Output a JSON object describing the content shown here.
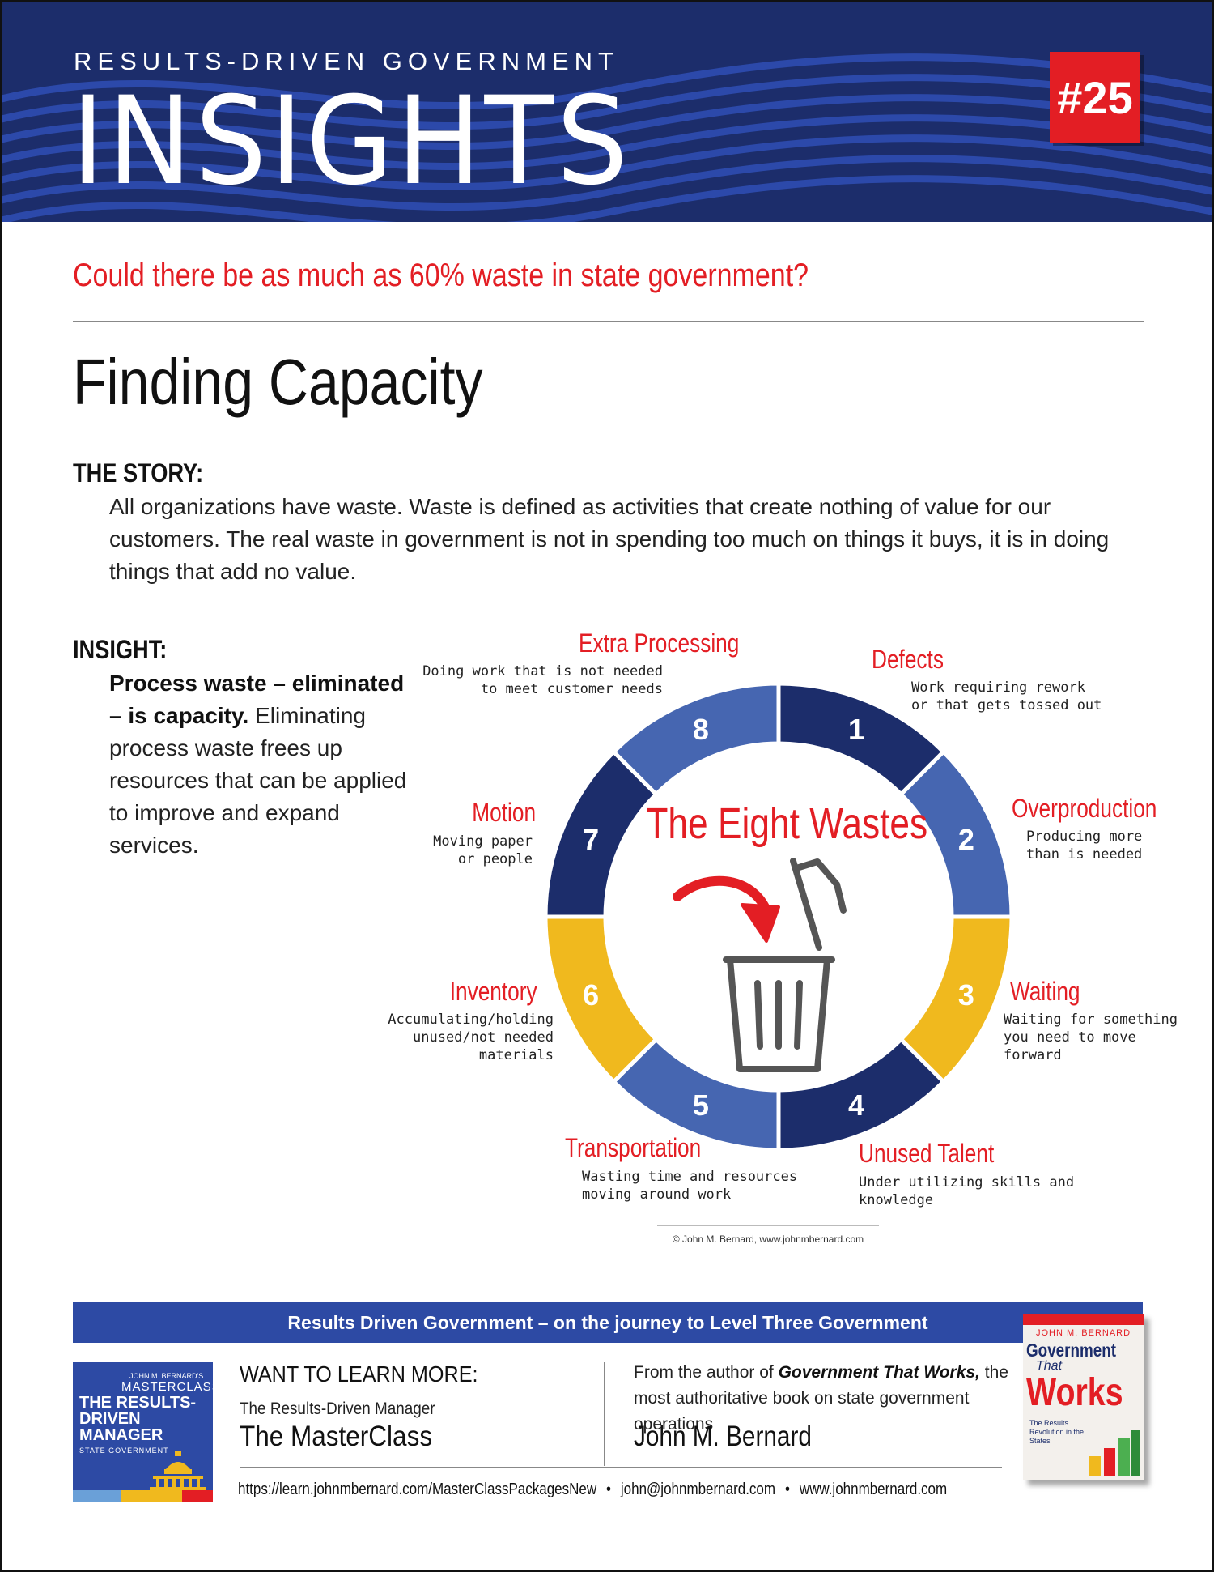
{
  "header": {
    "subtitle": "RESULTS-DRIVEN GOVERNMENT",
    "title": "INSIGHTS",
    "issue": "#25"
  },
  "question": "Could there be as much as 60% waste in state government?",
  "title": "Finding Capacity",
  "story": {
    "label": "THE STORY:",
    "text": "All organizations have waste. Waste is defined as activities that create nothing of value for our customers. The real waste in government is not in spending too much on things it buys, it is in doing things that add no value."
  },
  "insight": {
    "label": "INSIGHT:",
    "bold": "Process waste – eliminated – is capacity.",
    "text": " Eliminating process waste frees up resources that can  be applied to improve and expand services."
  },
  "wheel": {
    "title": "The Eight Wastes",
    "colors": {
      "dark": "#1c2d6b",
      "medium": "#4666b1",
      "yellow": "#f0b91e",
      "accent": "#e31e24",
      "icon": "#555555"
    },
    "wastes": [
      {
        "number": "1",
        "name": "Defects",
        "description": [
          "Work requiring rework",
          "or that gets tossed out"
        ]
      },
      {
        "number": "2",
        "name": "Overproduction",
        "description": [
          "Producing more",
          "than is needed"
        ]
      },
      {
        "number": "3",
        "name": "Waiting",
        "description": [
          "Waiting for something",
          "you need to move",
          "forward"
        ]
      },
      {
        "number": "4",
        "name": "Unused Talent",
        "description": [
          "Under utilizing skills and",
          "knowledge"
        ]
      },
      {
        "number": "5",
        "name": "Transportation",
        "description": [
          "Wasting time and resources",
          "moving around work"
        ]
      },
      {
        "number": "6",
        "name": "Inventory",
        "description": [
          "Accumulating/holding",
          "unused/not needed",
          "materials"
        ]
      },
      {
        "number": "7",
        "name": "Motion",
        "description": [
          "Moving paper",
          "or people"
        ]
      },
      {
        "number": "8",
        "name": "Extra Processing",
        "description": [
          "Doing work that is not needed",
          "to meet customer needs"
        ]
      }
    ],
    "copyright": "© John M. Bernard, www.johnmbernard.com"
  },
  "footer": {
    "banner": "Results Driven Government – on the journey to Level Three Government",
    "logo": {
      "line1": "JOHN M. BERNARD'S",
      "line2": "MASTERCLASS",
      "line3": "THE RESULTS-DRIVEN MANAGER",
      "line4": "STATE GOVERNMENT"
    },
    "learn_more": "WANT TO LEARN MORE:",
    "course_sub": "The Results-Driven Manager",
    "course_main": "The MasterClass",
    "author_desc_pre": "From the author of ",
    "author_book": "Government That Works,",
    "author_desc_post": " the most authoritative book on state government operations",
    "author_name": "John M. Bernard",
    "contact": {
      "url": "https://learn.johnmbernard.com/MasterClassPackagesNew",
      "email": "john@johnmbernard.com",
      "site": "www.johnmbernard.com",
      "separator": "•"
    },
    "book": {
      "author": "JOHN M. BERNARD",
      "title1": "Government",
      "title2": "That",
      "title3": "Works",
      "tagline": "The Results Revolution in the States"
    }
  }
}
